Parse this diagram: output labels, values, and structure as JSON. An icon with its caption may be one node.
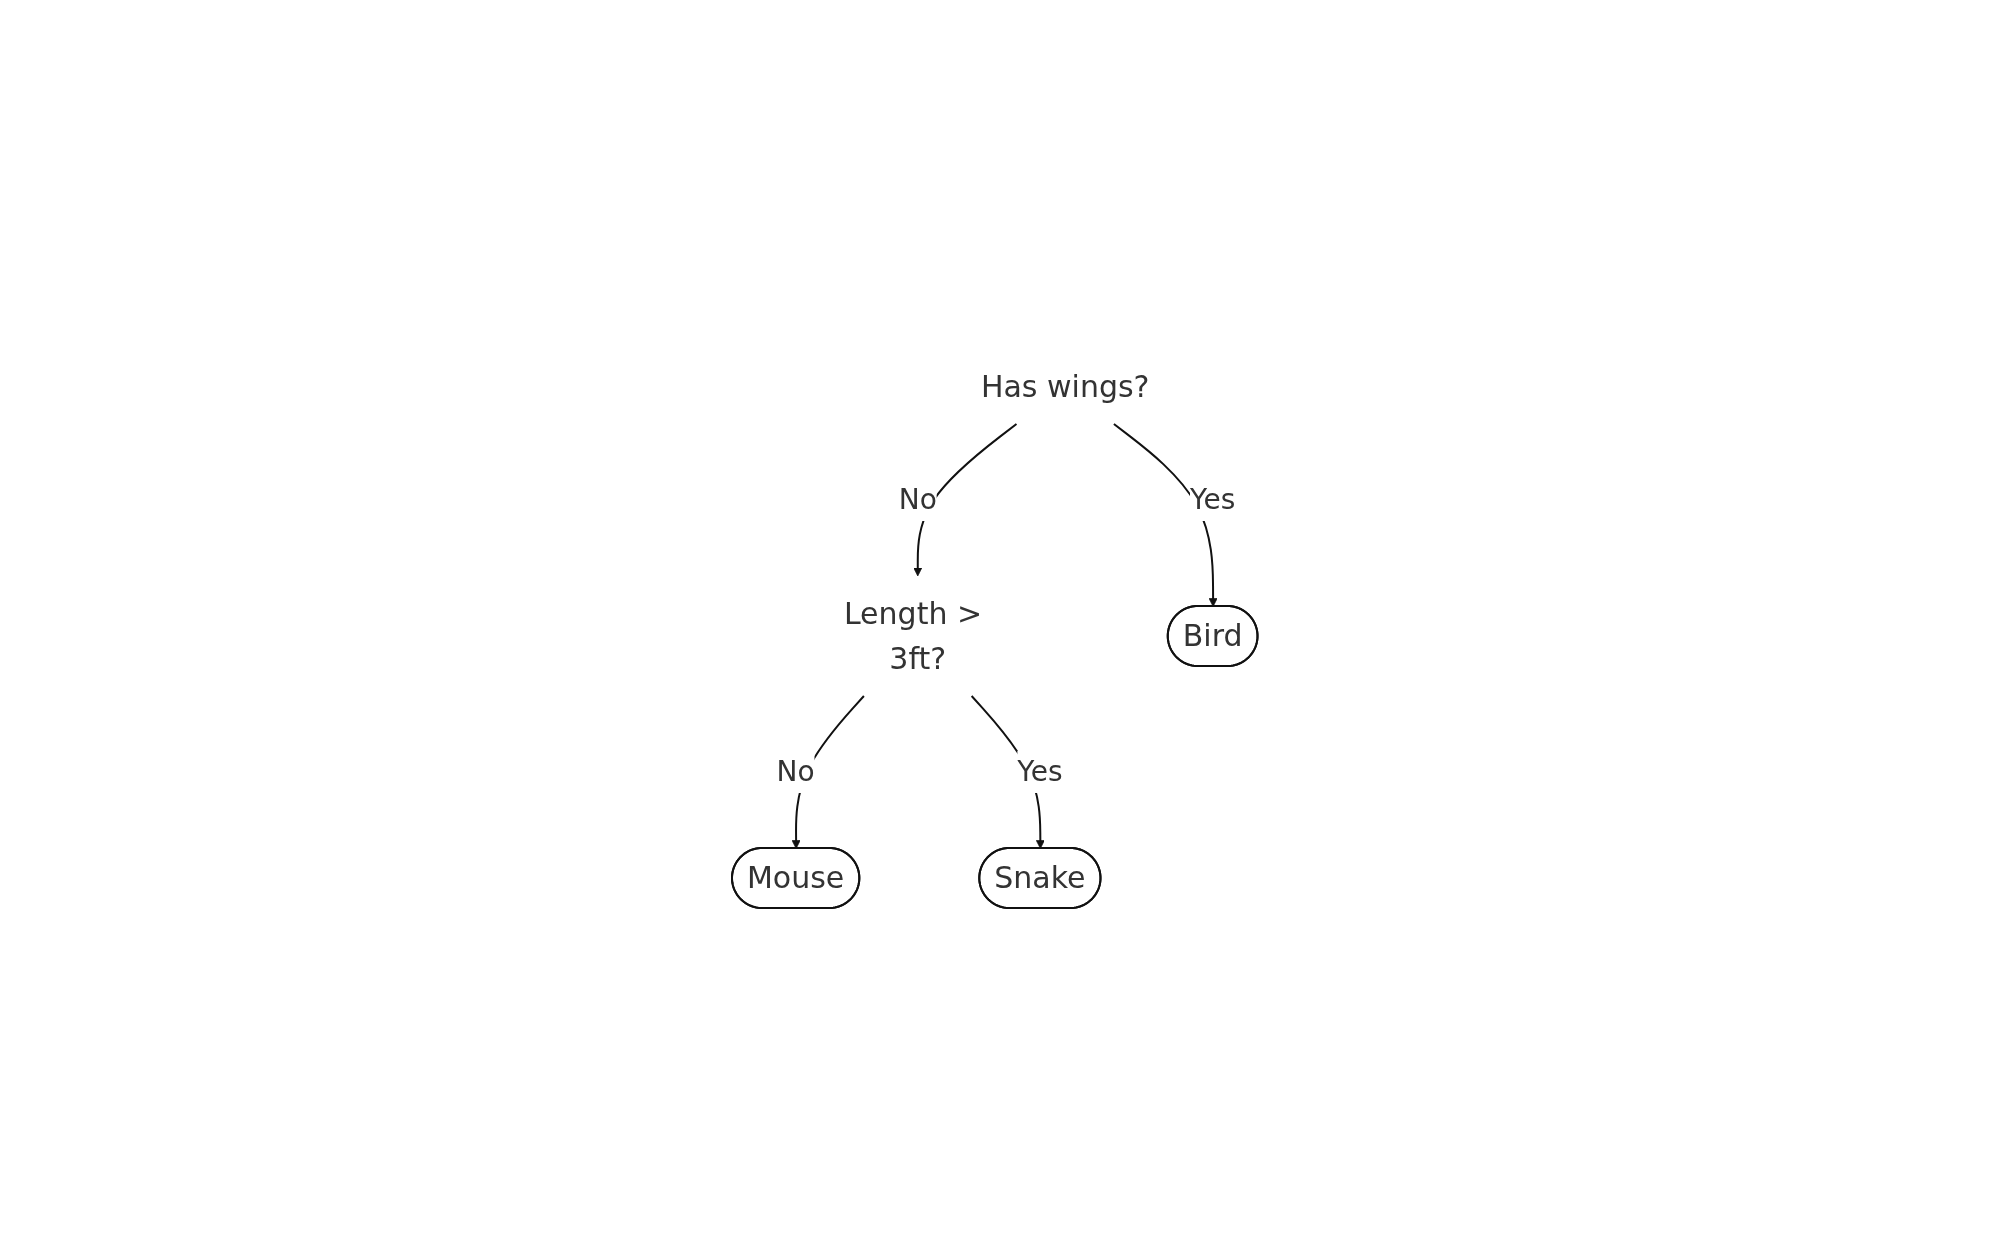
{
  "diagram": {
    "nodes": [
      {
        "text": [
          "Has wings?"
        ]
      },
      {
        "text": [
          "Length > 3ft?"
        ]
      },
      {
        "text": [
          "Bird"
        ]
      },
      {
        "text": [
          "Mouse"
        ]
      },
      {
        "text": [
          "Snake"
        ]
      }
    ],
    "edges": [
      {
        "from": 0,
        "to": 1,
        "label": "No",
        "arrow": "to"
      },
      {
        "from": 0,
        "to": 2,
        "label": "Yes",
        "arrow": "to"
      },
      {
        "from": 1,
        "to": 3,
        "label": "No",
        "arrow": "to"
      },
      {
        "from": 1,
        "to": 4,
        "label": "Yes",
        "arrow": "to"
      }
    ]
  }
}
